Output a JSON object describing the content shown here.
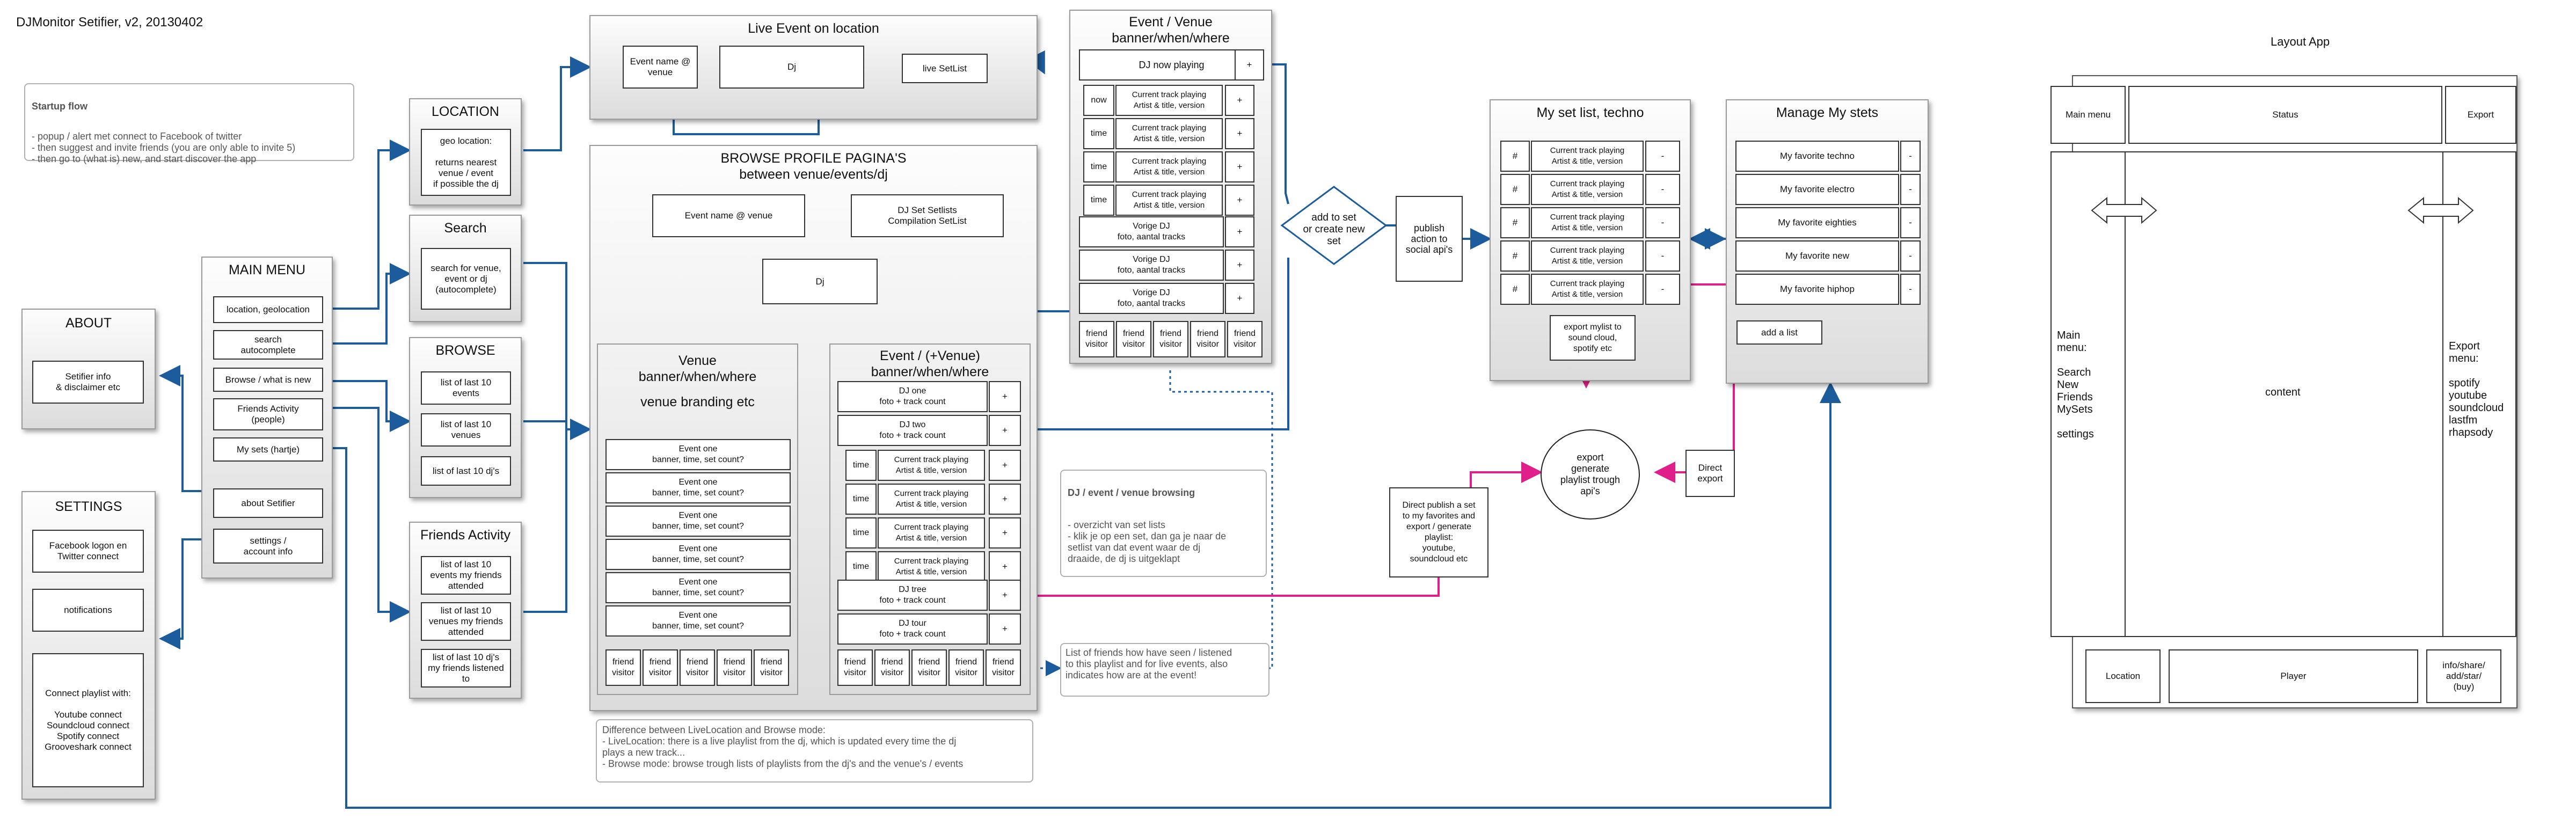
{
  "header": {
    "title": "DJMonitor Setifier, v2, 20130402",
    "layout_title": "Layout App"
  },
  "startup": {
    "heading": "Startup flow",
    "body": "- popup / alert met connect to Facebook of twitter\n- then suggest and invite friends (you are only able to invite 5)\n- then go to (what is) new, and start discover the app"
  },
  "about": {
    "title": "ABOUT",
    "item": "Setifier info\n& disclaimer  etc"
  },
  "settings": {
    "title": "SETTINGS",
    "items": [
      "Facebook logon en\nTwitter connect",
      "notifications",
      "Connect playlist with:\n\nYoutube connect\nSoundcloud connect\nSpotify connect\nGrooveshark connect"
    ]
  },
  "main_menu": {
    "title": "MAIN MENU",
    "items": [
      "location, geolocation",
      "search\nautocomplete",
      "Browse / what is new",
      "Friends Activity\n(people)",
      "My sets (hartje)",
      "about Setifier",
      "settings /\naccount info"
    ]
  },
  "location": {
    "title": "LOCATION",
    "item": "geo location:\n\nreturns nearest\nvenue / event\nif possible the dj"
  },
  "search": {
    "title": "Search",
    "item": "search for venue,\nevent or dj\n(autocomplete)"
  },
  "browse": {
    "title": "BROWSE",
    "items": [
      "list of last 10\nevents",
      "list of last 10\nvenues",
      "list of last 10 dj's"
    ]
  },
  "friends_activity": {
    "title": "Friends Activity",
    "items": [
      "list of last 10\nevents my friends\nattended",
      "list of last 10\nvenues my friends\nattended",
      "list of last 10 dj's\nmy friends listened\nto"
    ]
  },
  "live_event": {
    "title": "Live Event on location",
    "event": "Event name @\nvenue",
    "dj": "Dj",
    "setlist": "live SetList"
  },
  "browse_profile": {
    "title": "BROWSE PROFILE PAGINA'S\nbetween venue/events/dj",
    "event": "Event name @ venue",
    "dj_sets": "DJ Set Setlists\nCompilation SetList",
    "dj": "Dj"
  },
  "venue_panel": {
    "title": "Venue\nbanner/when/where",
    "branding": "venue branding etc",
    "events": [
      "Event one\nbanner, time, set count?",
      "Event one\nbanner, time, set count?",
      "Event one\nbanner, time, set count?",
      "Event one\nbanner, time, set count?",
      "Event one\nbanner, time, set count?",
      "Event one\nbanner, time, set count?"
    ],
    "friends": [
      "friend\nvisitor",
      "friend\nvisitor",
      "friend\nvisitor",
      "friend\nvisitor",
      "friend\nvisitor"
    ]
  },
  "event_venue_panel": {
    "title": "Event / (+Venue)\nbanner/when/where",
    "djs_top": [
      "DJ one\nfoto + track count",
      "DJ two\nfoto + track count"
    ],
    "tracks": [
      {
        "time": "time",
        "track": "Current track playing\nArtist & title, version"
      },
      {
        "time": "time",
        "track": "Current track playing\nArtist & title, version"
      },
      {
        "time": "time",
        "track": "Current track playing\nArtist & title, version"
      },
      {
        "time": "time",
        "track": "Current track playing\nArtist & title, version"
      }
    ],
    "djs_bottom": [
      "DJ tree\nfoto + track count",
      "DJ tour\nfoto + track count"
    ],
    "friends": [
      "friend\nvisitor",
      "friend\nvisitor",
      "friend\nvisitor",
      "friend\nvisitor",
      "friend\nvisitor"
    ],
    "plus": "+"
  },
  "event_venue_top": {
    "title": "Event / Venue\nbanner/when/where",
    "now_playing": "DJ now playing",
    "tracks": [
      {
        "time": "now",
        "track": "Current track playing\nArtist & title, version"
      },
      {
        "time": "time",
        "track": "Current track playing\nArtist & title, version"
      },
      {
        "time": "time",
        "track": "Current track playing\nArtist & title, version"
      },
      {
        "time": "time",
        "track": "Current track playing\nArtist & title, version"
      }
    ],
    "vorige": [
      "Vorige DJ\nfoto, aantal tracks",
      "Vorige DJ\nfoto, aantal tracks",
      "Vorige DJ\nfoto, aantal tracks"
    ],
    "friends": [
      "friend\nvisitor",
      "friend\nvisitor",
      "friend\nvisitor",
      "friend\nvisitor",
      "friend\nvisitor"
    ],
    "plus": "+"
  },
  "add_to_set": "add to set\nor create new\nset",
  "publish": "publish\naction to\nsocial api's",
  "my_set_list": {
    "title": "My set list, techno",
    "rows": [
      {
        "num": "#",
        "track": "Current track playing\nArtist & title, version",
        "minus": "-"
      },
      {
        "num": "#",
        "track": "Current track playing\nArtist & title, version",
        "minus": "-"
      },
      {
        "num": "#",
        "track": "Current track playing\nArtist & title, version",
        "minus": "-"
      },
      {
        "num": "#",
        "track": "Current track playing\nArtist & title, version",
        "minus": "-"
      },
      {
        "num": "#",
        "track": "Current track playing\nArtist & title, version",
        "minus": "-"
      }
    ],
    "export": "export mylist to\nsound cloud,\nspotify etc"
  },
  "manage_sets": {
    "title": "Manage My stets",
    "sets": [
      "My favorite techno",
      "My favorite electro",
      "My favorite eighties",
      "My favorite new",
      "My favorite hiphop"
    ],
    "minus": "-",
    "add": "add a list"
  },
  "export_circle": "export\ngenerate\nplaylist trough\napi's",
  "direct_export": "Direct\nexport",
  "direct_publish": "Direct publish a set\nto my favorites and\nexport / generate\nplaylist:\nyoutube,\nsoundcloud etc",
  "dj_browsing_note": {
    "heading": "DJ / event / venue browsing",
    "body": "- overzicht van set lists\n- klik je op een set, dan ga je naar de\nsetlist van dat event waar de dj\ndraaide, de dj is uitgeklapt"
  },
  "friends_note": "List of friends how have seen / listened\nto this playlist and for live events, also\nindicates how are at the event!",
  "difference_note": "Difference between LiveLocation and Browse mode:\n- LiveLocation: there is a live playlist from the dj, which is updated every time the dj\n  plays a new track...\n- Browse mode: browse trough lists of playlists from the dj's and the venue's / events",
  "layout_app": {
    "main_menu": "Main menu",
    "status": "Status",
    "export": "Export",
    "left_menu": "Main\nmenu:\n\nSearch\nNew\nFriends\nMySets\n\nsettings",
    "content": "content",
    "right_menu": "Export\nmenu:\n\nspotify\nyoutube\nsoundcloud\nlastfm\nrhapsody",
    "location": "Location",
    "player": "Player",
    "share": "info/share/\nadd/star/\n(buy)"
  },
  "colors": {
    "flow": "#1d5c9c",
    "export_flow": "#e0208a",
    "panel_border": "#9a9a9a"
  }
}
